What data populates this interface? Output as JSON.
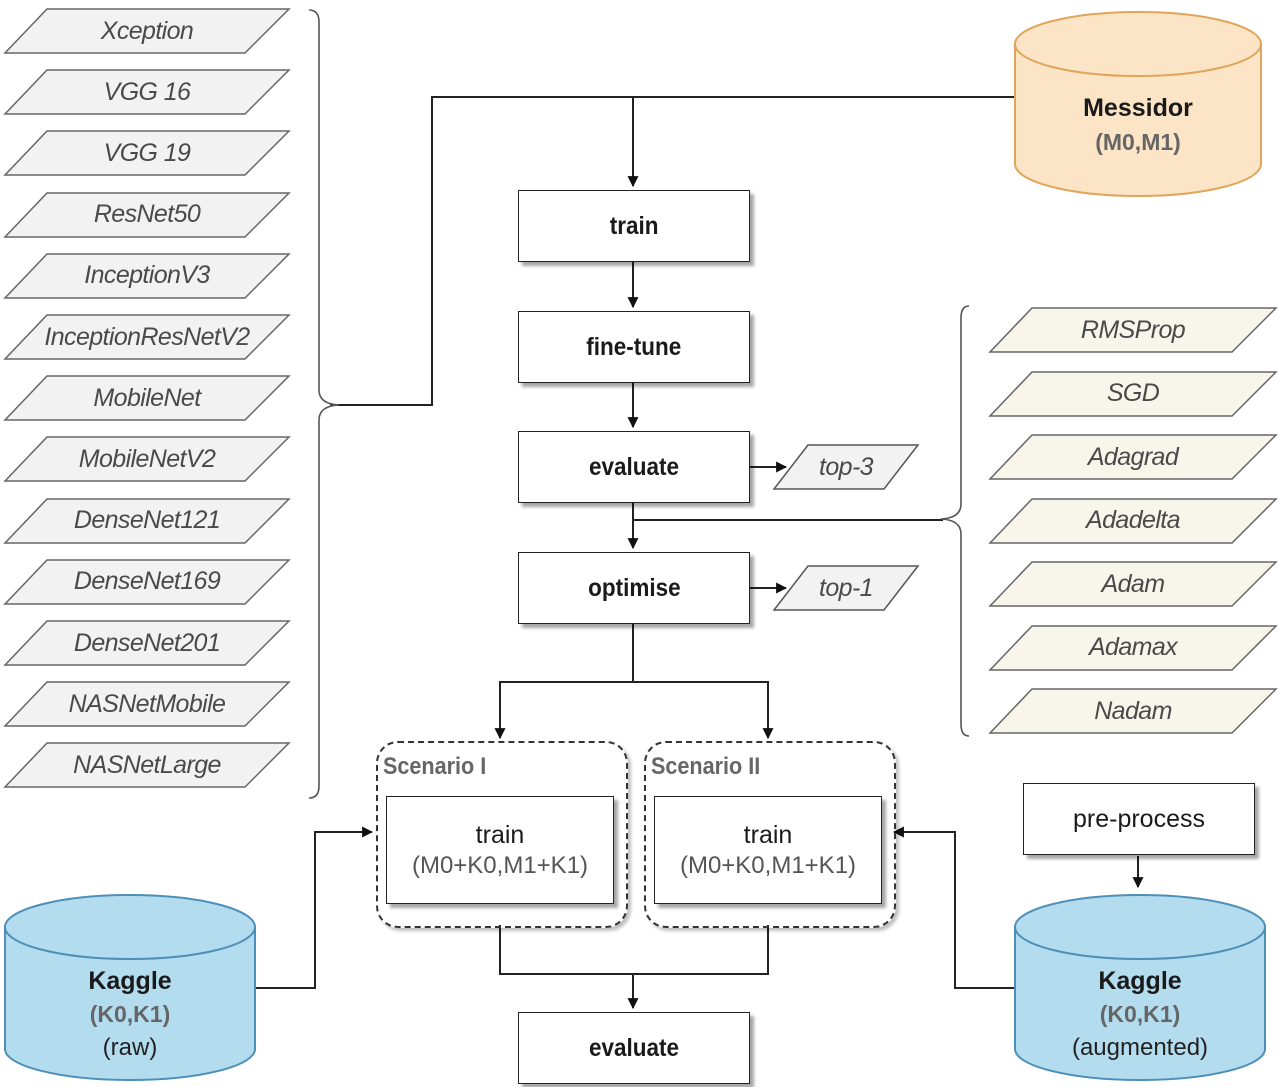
{
  "chart_data": {
    "type": "diagram",
    "nodes": {
      "messidor": {
        "name": "Messidor",
        "classes": "(M0,M1)"
      },
      "train": "train",
      "fine_tune": "fine-tune",
      "evaluate": "evaluate",
      "top3": "top-3",
      "optimise": "optimise",
      "top1": "top-1",
      "scenario1": {
        "label": "Scenario I",
        "action": "train",
        "data": "(M0+K0,M1+K1)"
      },
      "scenario2": {
        "label": "Scenario II",
        "action": "train",
        "data": "(M0+K0,M1+K1)"
      },
      "preprocess": "pre-process",
      "kaggle_raw": {
        "name": "Kaggle",
        "classes": "(K0,K1)",
        "note": "(raw)"
      },
      "kaggle_aug": {
        "name": "Kaggle",
        "classes": "(K0,K1)",
        "note": "(augmented)"
      },
      "final_evaluate": "evaluate"
    },
    "models": [
      "Xception",
      "VGG 16",
      "VGG 19",
      "ResNet50",
      "InceptionV3",
      "InceptionResNetV2",
      "MobileNet",
      "MobileNetV2",
      "DenseNet121",
      "DenseNet169",
      "DenseNet201",
      "NASNetMobile",
      "NASNetLarge"
    ],
    "optimizers": [
      "RMSProp",
      "SGD",
      "Adagrad",
      "Adadelta",
      "Adam",
      "Adamax",
      "Nadam"
    ],
    "edges": [
      [
        "models",
        "train"
      ],
      [
        "messidor",
        "train"
      ],
      [
        "train",
        "fine_tune"
      ],
      [
        "fine_tune",
        "evaluate"
      ],
      [
        "evaluate",
        "top3"
      ],
      [
        "evaluate",
        "optimise"
      ],
      [
        "optimizers",
        "optimise"
      ],
      [
        "optimise",
        "top1"
      ],
      [
        "optimise",
        "scenario1"
      ],
      [
        "optimise",
        "scenario2"
      ],
      [
        "kaggle_raw",
        "scenario1"
      ],
      [
        "preprocess",
        "kaggle_aug"
      ],
      [
        "kaggle_aug",
        "scenario2"
      ],
      [
        "scenario1",
        "final_evaluate"
      ],
      [
        "scenario2",
        "final_evaluate"
      ]
    ]
  },
  "colors": {
    "model_fill": "#f2f2f2",
    "optimizer_fill": "#f8f6ea",
    "messidor_fill": "#fce5c6",
    "messidor_stroke": "#e0a55a",
    "kaggle_fill": "#b3dcef",
    "kaggle_stroke": "#4d8fb8"
  }
}
